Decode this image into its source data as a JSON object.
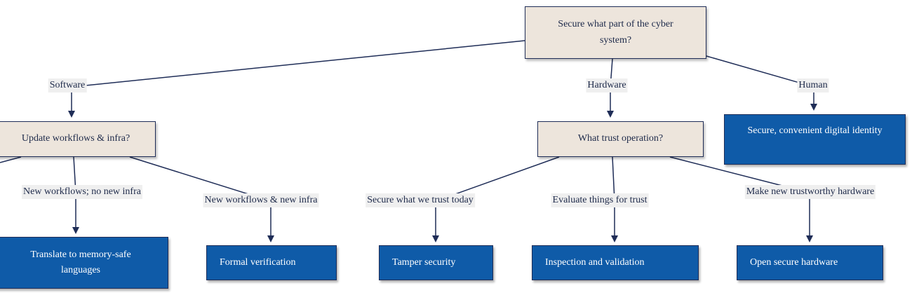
{
  "nodes": {
    "root": "Secure what part of the cyber system?",
    "software_q": "Update workflows & infra?",
    "hardware_q": "What trust operation?",
    "identity": "Secure, convenient digital identity",
    "translate": "Translate to memory-safe languages",
    "formal": "Formal verification",
    "tamper": "Tamper security",
    "inspection": "Inspection and validation",
    "open_hw": "Open secure hardware"
  },
  "edges": {
    "software": "Software",
    "hardware": "Hardware",
    "human": "Human",
    "new_workflows_no_infra": "New workflows; no new infra",
    "new_workflows_new_infra": "New workflows & new infra",
    "secure_trust_today": "Secure what we trust today",
    "evaluate_trust": "Evaluate things for trust",
    "make_hardware": "Make new trustworthy hardware"
  },
  "colors": {
    "decision_fill": "#ede5dc",
    "leaf_fill": "#0f5ba8",
    "edge_stroke": "#1f2d57"
  }
}
